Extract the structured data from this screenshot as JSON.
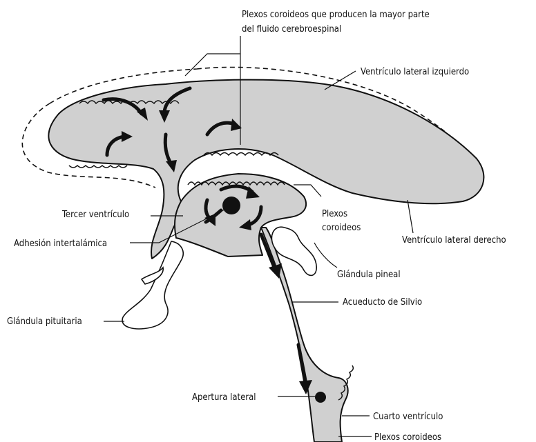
{
  "labels": {
    "plexus_main_line1": "Plexos coroideos que producen la mayor parte",
    "plexus_main_line2": "del fluido cerebroespinal",
    "left_lateral_ventricle": "Ventrículo lateral izquierdo",
    "right_lateral_ventricle": "Ventrículo lateral derecho",
    "third_ventricle": "Tercer ventrículo",
    "interthalamic_adhesion": "Adhesión intertalámica",
    "choroid_plexus_mid_line1": "Plexos",
    "choroid_plexus_mid_line2": "coroideos",
    "pineal_gland": "Glándula pineal",
    "sylvian_aqueduct": "Acueducto de Silvio",
    "pituitary_gland": "Glándula pituitaria",
    "lateral_aperture": "Apertura lateral",
    "fourth_ventricle": "Cuarto ventrículo",
    "choroid_plexus_bottom": "Plexos coroideos"
  }
}
